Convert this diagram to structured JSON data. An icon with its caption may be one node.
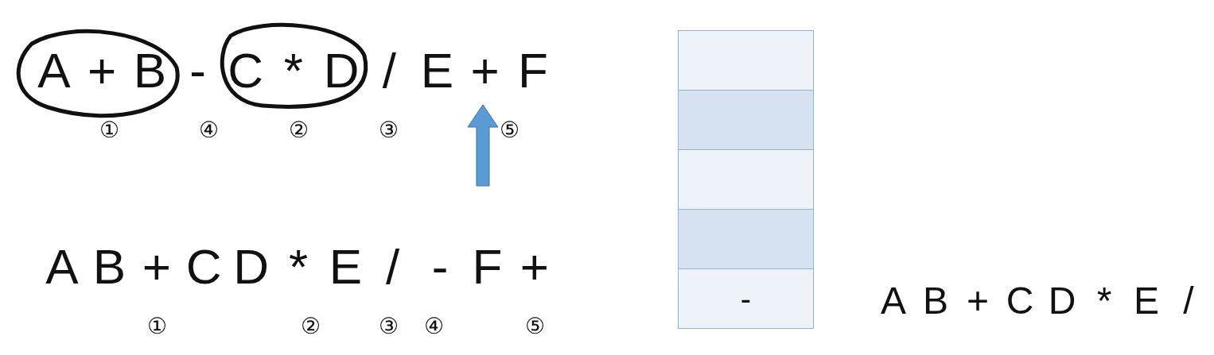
{
  "diagram": {
    "nodes": [
      {
        "text": [],
        "shape": "box"
      },
      {
        "text": [],
        "shape": "box"
      },
      {
        "text": [],
        "shape": "box"
      },
      {
        "text": [],
        "shape": "box"
      },
      {
        "text": [
          "-"
        ]
      }
    ],
    "labels": [
      "A + B - C * D / E + F",
      "①",
      "④",
      "②",
      "③",
      "⑤",
      "A B + C D * E / - F +",
      "①",
      "②",
      "③",
      "④",
      "⑤",
      "A B + C D * E /"
    ]
  }
}
